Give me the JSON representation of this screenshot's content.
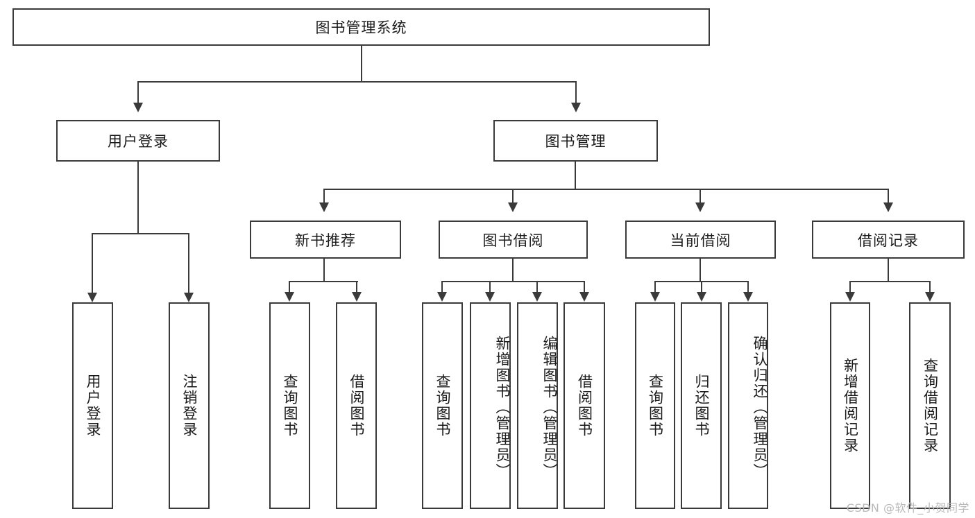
{
  "diagram": {
    "type": "tree-hierarchy-chart",
    "title": "图书管理系统",
    "root": {
      "label": "图书管理系统"
    },
    "level2": [
      {
        "label": "用户登录"
      },
      {
        "label": "图书管理"
      }
    ],
    "level3": [
      {
        "label": "新书推荐"
      },
      {
        "label": "图书借阅"
      },
      {
        "label": "当前借阅"
      },
      {
        "label": "借阅记录"
      }
    ],
    "leaves": {
      "user_login": [
        {
          "label": "用户登录"
        },
        {
          "label": "注销登录"
        }
      ],
      "new_book_recommend": [
        {
          "label": "查询图书"
        },
        {
          "label": "借阅图书"
        }
      ],
      "book_borrow": [
        {
          "label": "查询图书"
        },
        {
          "label": "新增图书（管理员）"
        },
        {
          "label": "编辑图书（管理员）"
        },
        {
          "label": "借阅图书"
        }
      ],
      "current_borrow": [
        {
          "label": "查询图书"
        },
        {
          "label": "归还图书"
        },
        {
          "label": "确认归还（管理员）"
        }
      ],
      "borrow_record": [
        {
          "label": "新增借阅记录"
        },
        {
          "label": "查询借阅记录"
        }
      ]
    }
  },
  "watermark": {
    "text": "CSDN @软件_小贺同学"
  },
  "colors": {
    "stroke": "#3a3a3a",
    "background": "#ffffff",
    "text": "#1a1a1a",
    "watermark": "#b9b9b9"
  }
}
